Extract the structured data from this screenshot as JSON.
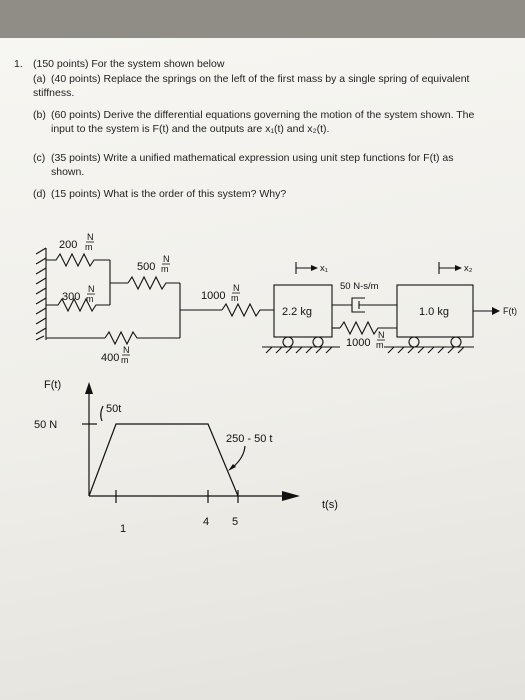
{
  "problem": {
    "number": "1.",
    "intro": "(150 points) For the system shown below",
    "parts": [
      {
        "label": "(a)",
        "line1": "(40 points) Replace the springs on the left of the first mass by a single spring of equivalent",
        "line2": "stiffness."
      },
      {
        "label": "(b)",
        "line1": "(60 points) Derive the differential equations governing the motion of the system shown. The",
        "line2": "input to the system is F(t) and the outputs are x₁(t) and x₂(t)."
      },
      {
        "label": "(c)",
        "line1": "(35 points) Write a unified mathematical expression using unit step functions for F(t) as",
        "line2": "shown."
      },
      {
        "label": "(d)",
        "line1": "(15 points) What is the order of this system? Why?",
        "line2": ""
      }
    ]
  },
  "diagram": {
    "spring_200": "200",
    "spring_500": "500",
    "spring_300": "300",
    "spring_400": "400",
    "spring_1000a": "1000",
    "spring_1000b": "1000",
    "unit_N": "N",
    "unit_m": "m",
    "mass1": "2.2 kg",
    "mass2": "1.0 kg",
    "damper": "50 N-s/m",
    "x1": "x₁",
    "x2": "x₂",
    "force": "F(t)"
  },
  "plot": {
    "ylabel": "F(t)",
    "xlabel": "t(s)",
    "level_label": "50 N",
    "ramp_up_label": "50t",
    "ramp_down_label": "250 - 50 t",
    "tick_1": "1",
    "tick_4": "4",
    "tick_5": "5"
  }
}
